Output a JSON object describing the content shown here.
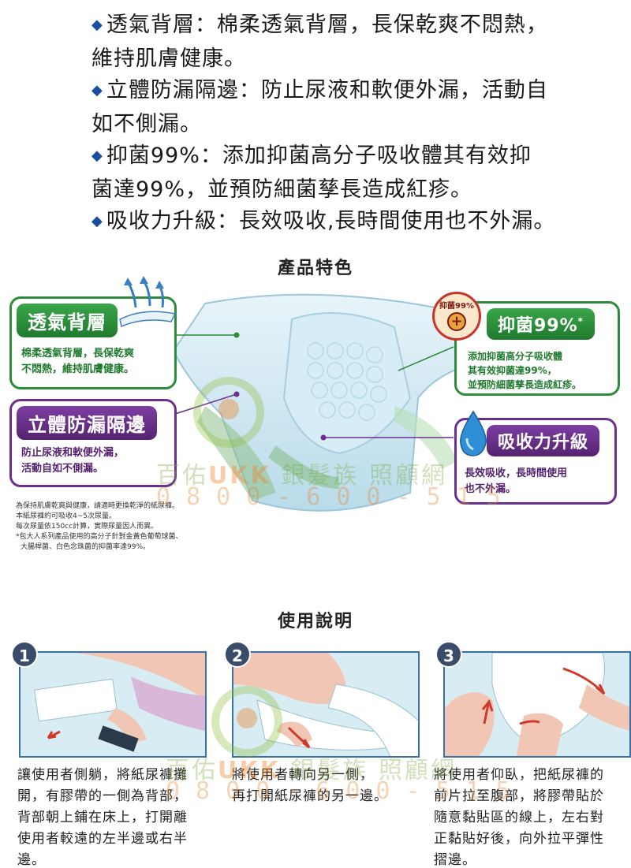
{
  "bullets": [
    {
      "icon": "diamond-icon",
      "text": "透氣背層：棉柔透氣背層，長保乾爽不悶熱，"
    },
    {
      "icon": "",
      "text": "維持肌膚健康。"
    },
    {
      "icon": "diamond-icon",
      "text": "立體防漏隔邊：防止尿液和軟便外漏，活動自"
    },
    {
      "icon": "",
      "text": "如不側漏。"
    },
    {
      "icon": "diamond-icon",
      "text": "抑菌99%：添加抑菌高分子吸收體其有效抑"
    },
    {
      "icon": "",
      "text": "菌達99%，並預防細菌孳長造成紅疹。"
    },
    {
      "icon": "diamond-icon",
      "text": "吸收力升級：長效吸收,長時間使用也不外漏。"
    }
  ],
  "features": {
    "title": "產品特色",
    "breathable": {
      "title": "透氣背層",
      "desc": [
        "棉柔透氣背層，長保乾爽",
        "不悶熱，維持肌膚健康。"
      ]
    },
    "leakguard": {
      "title": "立體防漏隔邊",
      "desc": [
        "防止尿液和軟便外漏，",
        "活動自如不側漏。"
      ]
    },
    "antibacterial": {
      "title": "抑菌99%",
      "mark": "*",
      "badge": "抑菌99%",
      "desc": [
        "添加抑菌高分子吸收體",
        "其有效抑菌達99%，",
        "並預防細菌孳長造成紅疹。"
      ]
    },
    "absorb": {
      "title": "吸收力升級",
      "desc": [
        "長效吸收，長時間使用",
        "也不外漏。"
      ]
    },
    "footnotes": [
      "為保持肌膚乾爽與健康，請適時更換乾淨的紙尿褲。",
      "本紙尿褲約可吸收4~5次尿量。",
      "每次尿量依150cc計算，實際尿量因人而異。",
      "*包大人系列產品使用的高分子針對金黃色葡萄球菌、",
      "大腸桿菌、白色念珠菌的抑菌率達99%。"
    ]
  },
  "watermark": {
    "brand": "百佑",
    "logo_letters": "UKK",
    "name": "銀髮族 照顧網",
    "phone": "0800-600-515"
  },
  "usage": {
    "title": "使用說明",
    "steps": [
      {
        "num": "1",
        "lines": [
          "讓使用者側躺，將紙尿褲攤",
          "開，有膠帶的一側為背部，",
          "背部朝上鋪在床上，打開離",
          "使用者較遠的左半邊或右半",
          "邊。"
        ]
      },
      {
        "num": "2",
        "lines": [
          "將使用者轉向另一側，",
          "再打開紙尿褲的另一邊。"
        ]
      },
      {
        "num": "3",
        "lines": [
          "將使用者仰臥，把紙尿褲的",
          "前片拉至腹部，將膠帶貼於",
          "隨意黏貼區的線上，左右對",
          "正黏貼好後，向外拉平彈性",
          "摺邊。"
        ]
      }
    ]
  },
  "colors": {
    "green": "#2e8b3d",
    "purple": "#6b2f8f",
    "bullet_blue": "#1a4fa0",
    "step_bg": "#d8edf3",
    "step_border": "#3a6fa8"
  }
}
